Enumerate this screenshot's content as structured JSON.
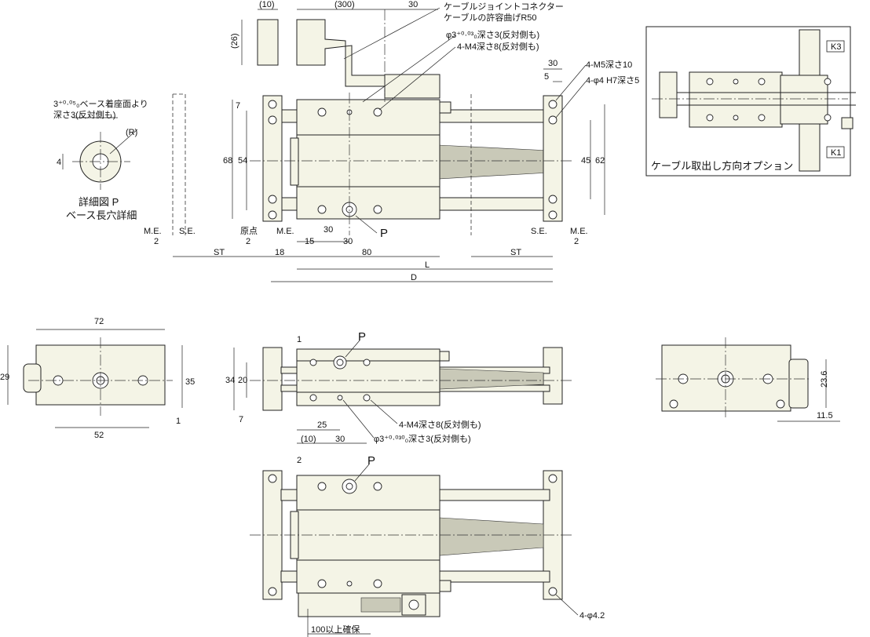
{
  "labels": {
    "cable_note_1": "ケーブルジョイントコネクター",
    "cable_note_2": "ケーブルの許容曲げR50",
    "hole_phi3_top": "φ3⁺⁰·⁰³₀深さ3(反対側も)",
    "m4_top": "4-M4深さ8(反対側も)",
    "m5": "4-M5深さ10",
    "phi4": "4-φ4 H7深さ5",
    "detail_note_1": "3⁺⁰·⁰⁵₀ベース着座面より",
    "detail_note_2": "深さ3(反対側も)",
    "detail_r": "(R)",
    "detail_title": "詳細図 P",
    "detail_sub": "ベース長穴詳細",
    "option_caption": "ケーブル取出し方向オプション",
    "k3": "K3",
    "k1": "K1",
    "me": "M.E.",
    "se": "S.E.",
    "origin": "原点",
    "st": "ST",
    "l": "L",
    "d": "D",
    "p": "P",
    "m4_side": "4-M4深さ8(反対側も)",
    "phi3_side": "φ3⁺⁰·⁰³⁰₀深さ3(反対側も)",
    "phi4_2": "4-φ4.2",
    "clearance": "100以上確保"
  },
  "dims": {
    "d10": "(10)",
    "d26": "(26)",
    "d300": "(300)",
    "d30": "30",
    "d4": "4",
    "d7": "7",
    "d68": "68",
    "d54": "54",
    "d2": "2",
    "d18": "18",
    "d15": "15",
    "d80": "80",
    "d5": "5",
    "d45": "45",
    "d62": "62",
    "d72": "72",
    "d29": "29",
    "d35": "35",
    "d52": "52",
    "d1": "1",
    "d34": "34",
    "d20": "20",
    "d25": "25",
    "d23_6": "23.6",
    "d11_5": "11.5"
  }
}
